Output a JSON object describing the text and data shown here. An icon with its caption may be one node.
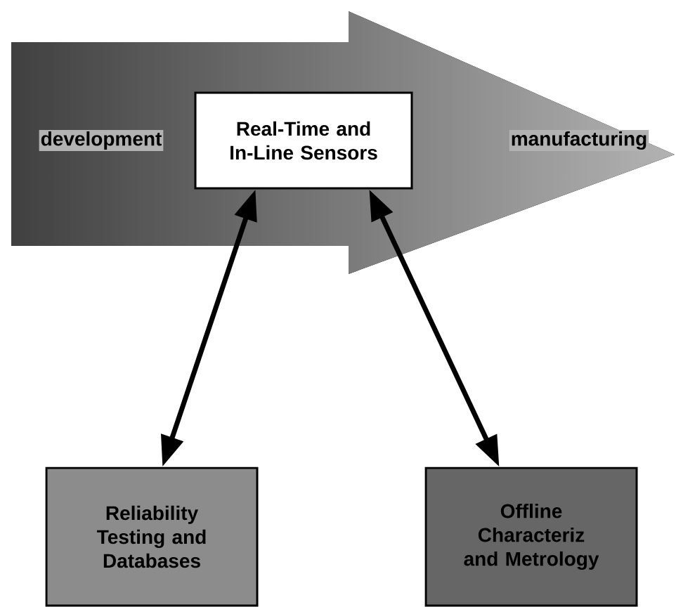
{
  "diagram": {
    "nodes": [
      {
        "text": [
          "development",
          "manufacturing"
        ]
      },
      {
        "text": [
          "Real-Time and In-Line Sensors"
        ],
        "in": 0
      },
      {
        "text": [
          "Reliability Testing and Databases"
        ]
      },
      {
        "text": [
          "Offline Characteriz and Metrology"
        ]
      }
    ],
    "edges": [
      {
        "from": 1,
        "to": 2,
        "arrow": "both"
      },
      {
        "from": 1,
        "to": 3,
        "arrow": "both"
      }
    ]
  }
}
